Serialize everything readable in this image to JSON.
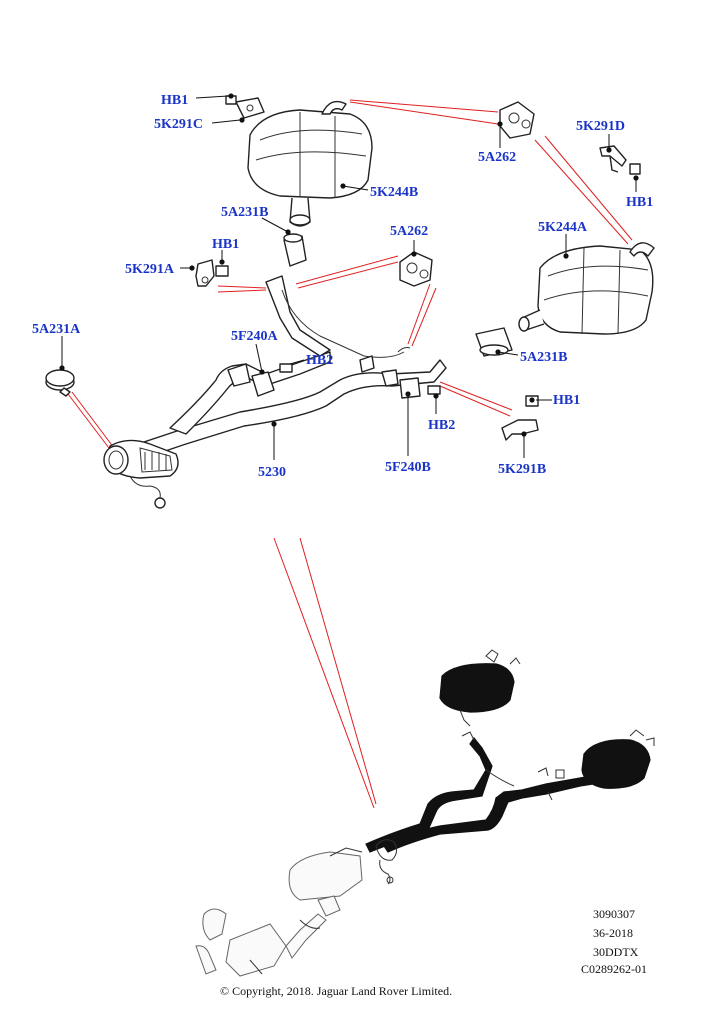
{
  "callouts": {
    "hb1_top": "HB1",
    "k291c": "5K291C",
    "k244b": "5K244B",
    "a262_top": "5A262",
    "k291d": "5K291D",
    "hb1_right": "HB1",
    "a231b_top": "5A231B",
    "hb1_left": "HB1",
    "k291a": "5K291A",
    "a262_mid": "5A262",
    "k244a": "5K244A",
    "a231a": "5A231A",
    "f240a": "5F240A",
    "hb2_left": "HB2",
    "a231b_right": "5A231B",
    "hb1_lower": "HB1",
    "hb2_right": "HB2",
    "p5230": "5230",
    "f240b": "5F240B",
    "k291b": "5K291B"
  },
  "reference": {
    "line1": "3090307",
    "line2": "36-2018",
    "line3": "30DDTX",
    "line4": "C0289262-01"
  },
  "copyright": "© Copyright, 2018. Jaguar Land Rover Limited.",
  "colors": {
    "label": "#1a34c8",
    "leader_red": "#e02020",
    "line": "#111111"
  }
}
